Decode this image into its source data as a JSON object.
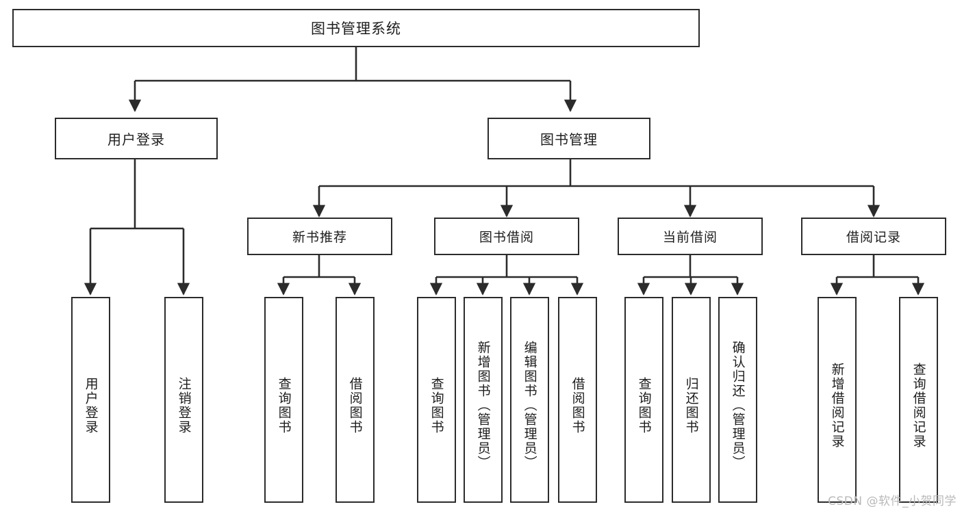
{
  "diagram": {
    "title": "图书管理系统",
    "type": "tree-hierarchy-functional-structure",
    "watermark": "CSDN @软件_小贺同学",
    "colors": {
      "box_border": "#2b2b2b",
      "box_fill": "#ffffff",
      "edge": "#2b2b2b",
      "text": "#1d1d1d",
      "watermark": "#b9b9b9",
      "background": "#ffffff"
    }
  },
  "nodes": {
    "root": {
      "label": "图书管理系统"
    },
    "level2": [
      {
        "label": "用户登录"
      },
      {
        "label": "图书管理"
      }
    ],
    "level3": [
      {
        "label": "新书推荐"
      },
      {
        "label": "图书借阅"
      },
      {
        "label": "当前借阅"
      },
      {
        "label": "借阅记录"
      }
    ],
    "leaves": {
      "user_login": [
        {
          "label": "用户登录"
        },
        {
          "label": "注销登录"
        }
      ],
      "new_book_recommend": [
        {
          "label": "查询图书"
        },
        {
          "label": "借阅图书"
        }
      ],
      "book_borrow": [
        {
          "label": "查询图书"
        },
        {
          "label": "新增图书（管理员）"
        },
        {
          "label": "编辑图书（管理员）"
        },
        {
          "label": "借阅图书"
        }
      ],
      "current_borrow": [
        {
          "label": "查询图书"
        },
        {
          "label": "归还图书"
        },
        {
          "label": "确认归还（管理员）"
        }
      ],
      "borrow_record": [
        {
          "label": "新增借阅记录"
        },
        {
          "label": "查询借阅记录"
        }
      ]
    }
  }
}
